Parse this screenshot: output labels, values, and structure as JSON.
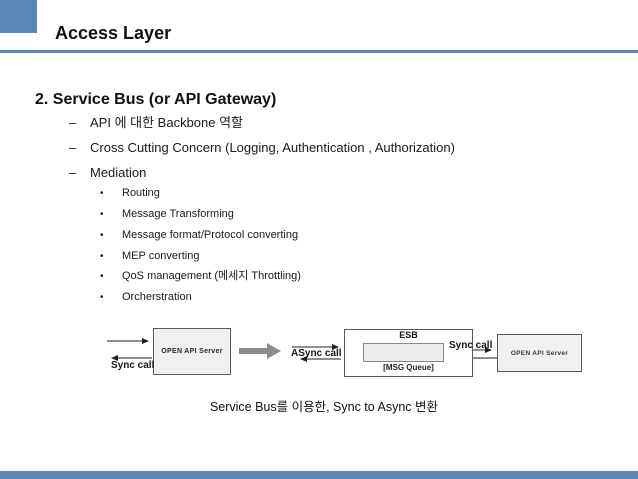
{
  "slide": {
    "title": "Access Layer",
    "heading": "2. Service Bus (or API Gateway)",
    "markers": {
      "dash": "–",
      "dot": "•"
    },
    "bullets": [
      "API 에 대한 Backbone 역할",
      "Cross Cutting Concern (Logging, Authentication , Authorization)",
      "Mediation"
    ],
    "sub_bullets": [
      "Routing",
      "Message Transforming",
      "Message format/Protocol converting",
      "MEP converting",
      "QoS management (메세지 Throttling)",
      "Orcherstration"
    ],
    "caption": "Service Bus를 이용한, Sync to Async 변환"
  },
  "diagram": {
    "left_server": "OPEN API Server",
    "right_server": "OPEN API Server",
    "esb": "ESB",
    "msg_queue": "[MSG Queue]",
    "sync_call_left": "Sync call",
    "async_call": "ASync call",
    "sync_call_right": "Sync call"
  },
  "colors": {
    "accent_blue": "#5b87b5",
    "box_fill": "#f0f0f0",
    "queue_fill": "#ececec",
    "box_border": "#595959",
    "flow_arrow_gray": "#8c8c8c",
    "text": "#1a1a1a"
  }
}
